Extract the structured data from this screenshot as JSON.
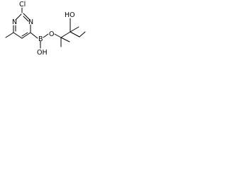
{
  "molecule": {
    "labels": {
      "chloro": "Cl",
      "ring_nitrogen_1": "N",
      "ring_nitrogen_2": "N",
      "boron": "B",
      "boronic_hydroxyl": "OH",
      "ester_oxygen": "O",
      "pinacol_hydroxyl": "HO"
    }
  }
}
